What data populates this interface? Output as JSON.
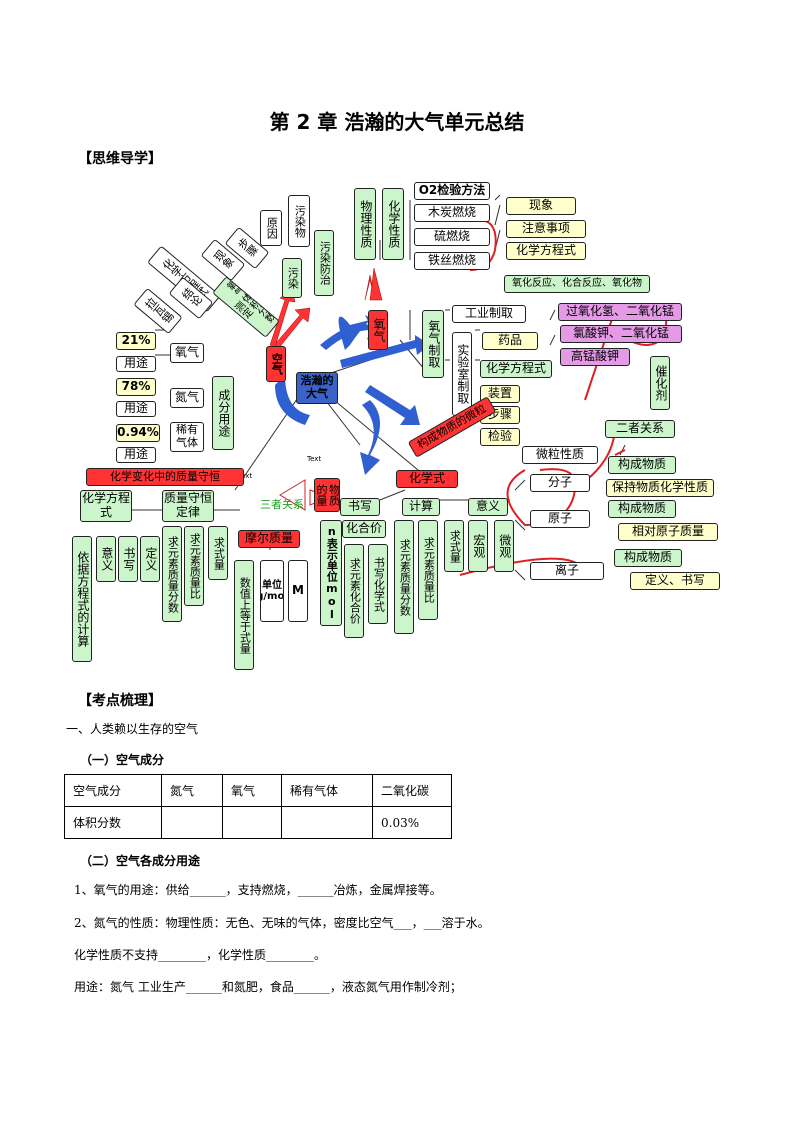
{
  "title": "第 2 章 浩瀚的大气单元总结",
  "section_mind": "【思维导学】",
  "section_points": "【考点梳理】",
  "mindmap": {
    "center": "浩瀚的大气",
    "air": "空气",
    "oxygen": "氧气",
    "o2_prep": "氧气制取",
    "physical": "物理性质",
    "chemical": "化学性质",
    "o2_test": "O2检验方法",
    "charcoal": "木炭燃烧",
    "sulfur": "硫燃烧",
    "iron": "铁丝燃烧",
    "phenomenon": "现象",
    "notes": "注意事项",
    "equation1": "化学方程式",
    "reactions": "氧化反应、化合反应、氧化物",
    "industrial": "工业制取",
    "lab": "实验室制取",
    "drugs": "药品",
    "equation2": "化学方程式",
    "apparatus": "装置",
    "steps2": "步骤",
    "check": "检验",
    "h2o2": "过氧化氢、二氧化锰",
    "kclo3": "氯酸钾、二氧化锰",
    "kmno4": "高锰酸钾",
    "catalyst": "催化剂",
    "reason": "原因",
    "pollutant": "污染物",
    "prevention": "污染防治",
    "pollution": "污染",
    "o2_volume": "氧气体积分数测定",
    "equation3": "化学方程式",
    "phenomenon2": "现象",
    "steps": "步骤",
    "conclusion": "结论",
    "lavoisier": "拉瓦锡",
    "composition": "成分用途",
    "pct21": "21%",
    "pct78": "78%",
    "pct094": "0.94%",
    "use1": "用途",
    "use2": "用途",
    "use3": "用途",
    "o2_name": "氧气",
    "n2_name": "氮气",
    "rare_gas": "稀有气体",
    "text1": "Text",
    "text2": "Text",
    "micro": "构成物质的微粒",
    "particles": "微粒性质",
    "relation": "二者关系",
    "molecule": "分子",
    "atom": "原子",
    "ion": "离子",
    "constitute1": "构成物质",
    "keep_prop": "保持物质化学性质",
    "constitute2": "构成物质",
    "rel_mass": "相对原子质量",
    "constitute3": "构成物质",
    "def_write": "定义、书写",
    "formula": "化学式",
    "write": "书写",
    "calc": "计算",
    "meaning": "意义",
    "valence": "化合价",
    "find_valence": "求元素化合价",
    "write_formula": "书写化学式",
    "mass_fraction": "求元素质量分数",
    "mass_ratio": "求元素质量比",
    "formula_mass": "求式量",
    "macro": "宏观",
    "micro2": "微观",
    "amount": "物质的量",
    "n_mol": "n表示单位mol",
    "molar_mass": "摩尔质量",
    "numeric": "数值上等于式量",
    "unit": "单位g/mol",
    "M": "M",
    "three": "三者关系",
    "conservation": "化学变化中的质量守恒",
    "chem_eq": "化学方程式",
    "mass_law": "质量守恒定律",
    "by_eq": "依据方程式的计算",
    "meaning2": "意义",
    "write2": "书写",
    "definition": "定义",
    "find_mass_frac": "求元素质量分数",
    "find_mass_ratio": "求元素质量比",
    "find_formula_mass": "求式量"
  },
  "points": {
    "h1": "一、人类赖以生存的空气",
    "h1_1": "（一）空气成分",
    "table": {
      "row1": [
        "空气成分",
        "氮气",
        "氧气",
        "稀有气体",
        "二氧化碳"
      ],
      "row2": [
        "体积分数",
        "",
        "",
        "",
        "0.03%"
      ]
    },
    "h1_2": "（二）空气各成分用途",
    "l1": "1、氧气的用途：供给______，支持燃烧，______冶炼，金属焊接等。",
    "l2": "2、氮气的性质：物理性质：无色、无味的气体，密度比空气___，___溶于水。",
    "l3": "化学性质不支持________，化学性质________。",
    "l4": "用途：氮气 工业生产______和氮肥，食品______，液态氮气用作制冷剂；"
  },
  "colors": {
    "red": "#ff3333",
    "blue": "#3b63c7",
    "green": "#ccf5cc",
    "yellow": "#ffffcc",
    "pink": "#e59ae5",
    "annotation": "#e02020"
  }
}
